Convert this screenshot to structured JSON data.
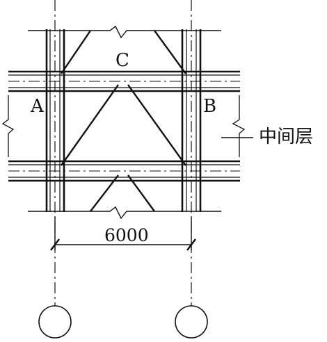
{
  "labels": {
    "point_a": "A",
    "point_b": "B",
    "point_c": "C",
    "dimension": "6000",
    "middle_floor": "中间层"
  },
  "stroke_color": "#111111"
}
